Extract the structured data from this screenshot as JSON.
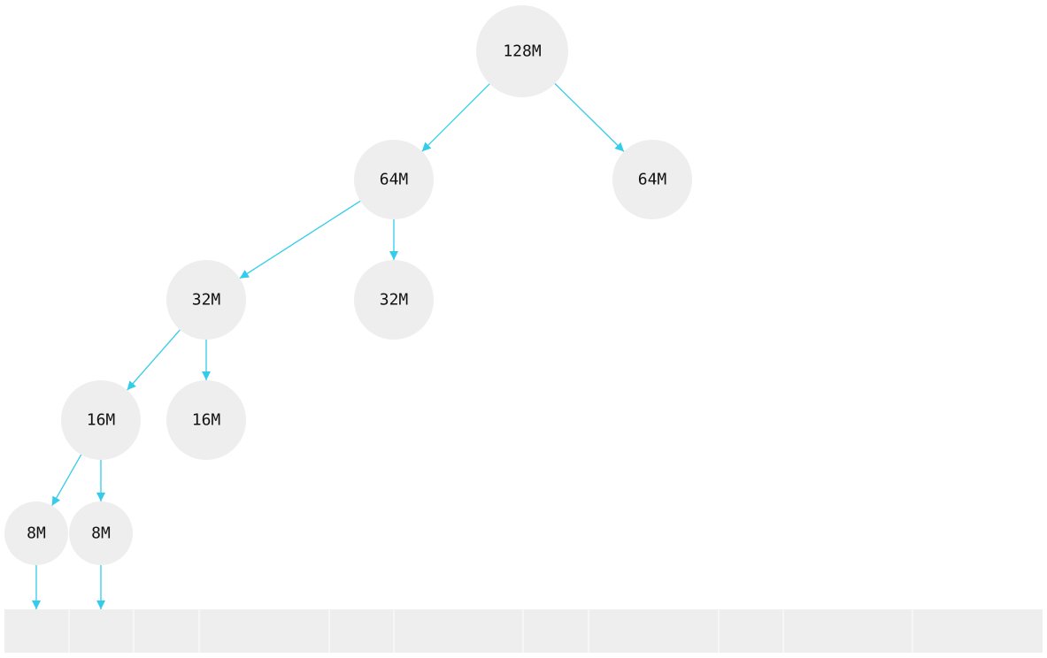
{
  "nodes": [
    {
      "id": "n128",
      "label": "128M"
    },
    {
      "id": "n64a",
      "label": "64M"
    },
    {
      "id": "n64b",
      "label": "64M"
    },
    {
      "id": "n32a",
      "label": "32M"
    },
    {
      "id": "n32b",
      "label": "32M"
    },
    {
      "id": "n16a",
      "label": "16M"
    },
    {
      "id": "n16b",
      "label": "16M"
    },
    {
      "id": "n8a",
      "label": "8M"
    },
    {
      "id": "n8b",
      "label": "8M"
    }
  ],
  "edges": [
    {
      "from": "n128",
      "to": "n64a"
    },
    {
      "from": "n128",
      "to": "n64b"
    },
    {
      "from": "n64a",
      "to": "n32a"
    },
    {
      "from": "n64a",
      "to": "n32b"
    },
    {
      "from": "n32a",
      "to": "n16a"
    },
    {
      "from": "n32a",
      "to": "n16b"
    },
    {
      "from": "n16a",
      "to": "n8a"
    },
    {
      "from": "n16a",
      "to": "n8b"
    },
    {
      "from": "n8a",
      "to": "seg0"
    },
    {
      "from": "n8b",
      "to": "seg1"
    }
  ],
  "memory_segments": [
    "seg0",
    "seg1",
    "seg2",
    "seg3",
    "seg4",
    "seg5",
    "seg6",
    "seg7",
    "seg8",
    "seg9",
    "seg10"
  ],
  "colors": {
    "node_fill": "#eeeeee",
    "edge": "#33ccea",
    "text": "#111111",
    "memory_bar": "#eeeeee",
    "memory_divider": "#ffffff"
  }
}
